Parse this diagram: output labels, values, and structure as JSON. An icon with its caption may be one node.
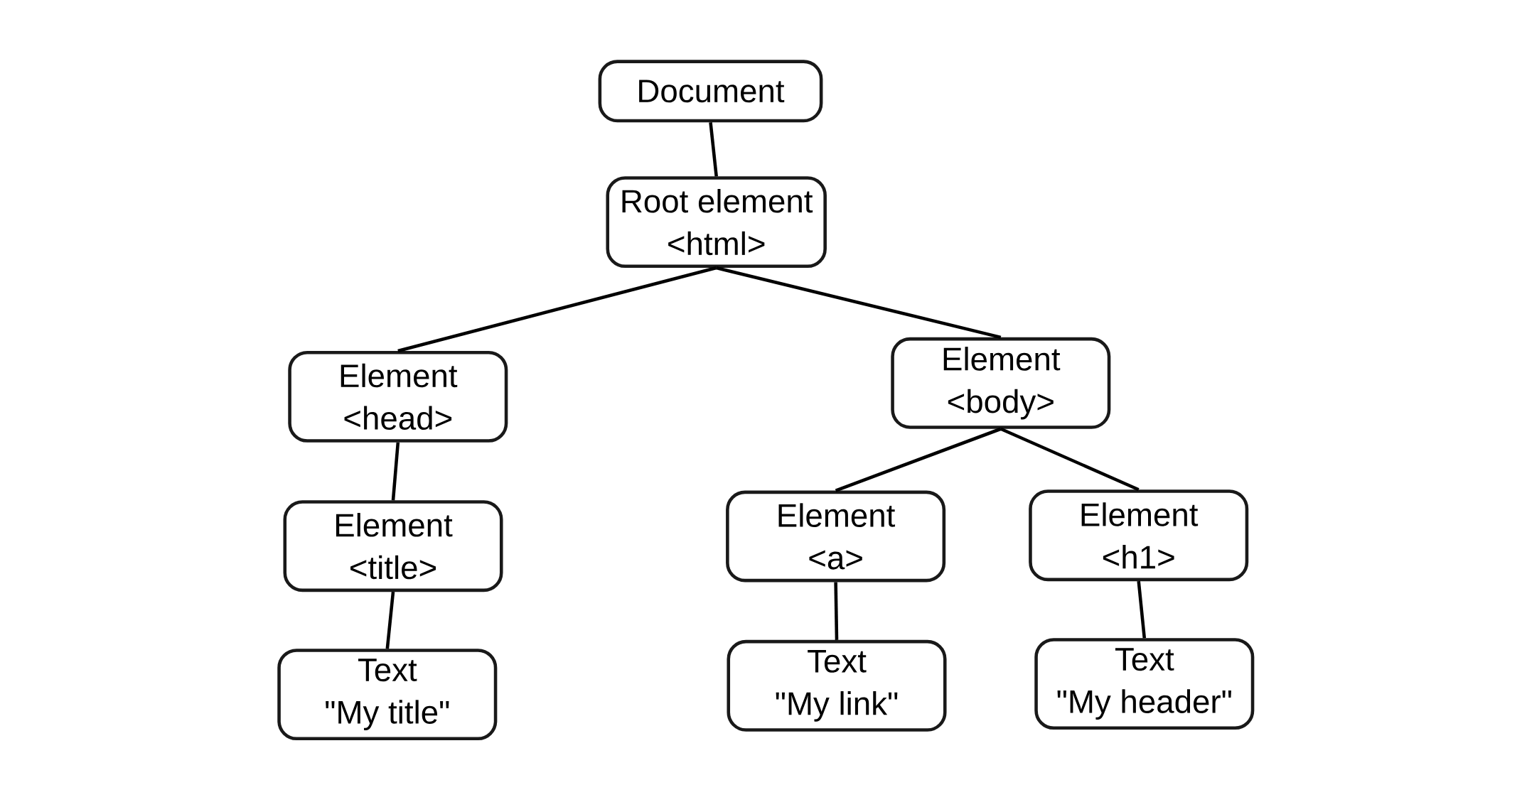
{
  "diagram": {
    "nodes": [
      {
        "text": [
          "Document"
        ]
      },
      {
        "text": [
          "Root element",
          "<html>"
        ]
      },
      {
        "text": [
          "Element",
          "<head>"
        ]
      },
      {
        "text": [
          "Element",
          "<body>"
        ]
      },
      {
        "text": [
          "Element",
          "<title>"
        ]
      },
      {
        "text": [
          "Element",
          "<a>"
        ]
      },
      {
        "text": [
          "Element",
          "<h1>"
        ]
      },
      {
        "text": [
          "Text",
          "\"My title\""
        ]
      },
      {
        "text": [
          "Text",
          "\"My link\""
        ]
      },
      {
        "text": [
          "Text",
          "\"My header\""
        ]
      }
    ],
    "edges": [
      {
        "from": 0,
        "to": 1,
        "arrow": "none"
      },
      {
        "from": 1,
        "to": 2,
        "arrow": "none"
      },
      {
        "from": 1,
        "to": 3,
        "arrow": "none"
      },
      {
        "from": 2,
        "to": 4,
        "arrow": "none"
      },
      {
        "from": 3,
        "to": 5,
        "arrow": "none"
      },
      {
        "from": 3,
        "to": 6,
        "arrow": "none"
      },
      {
        "from": 4,
        "to": 7,
        "arrow": "none"
      },
      {
        "from": 5,
        "to": 8,
        "arrow": "none"
      },
      {
        "from": 6,
        "to": 9,
        "arrow": "none"
      }
    ]
  }
}
